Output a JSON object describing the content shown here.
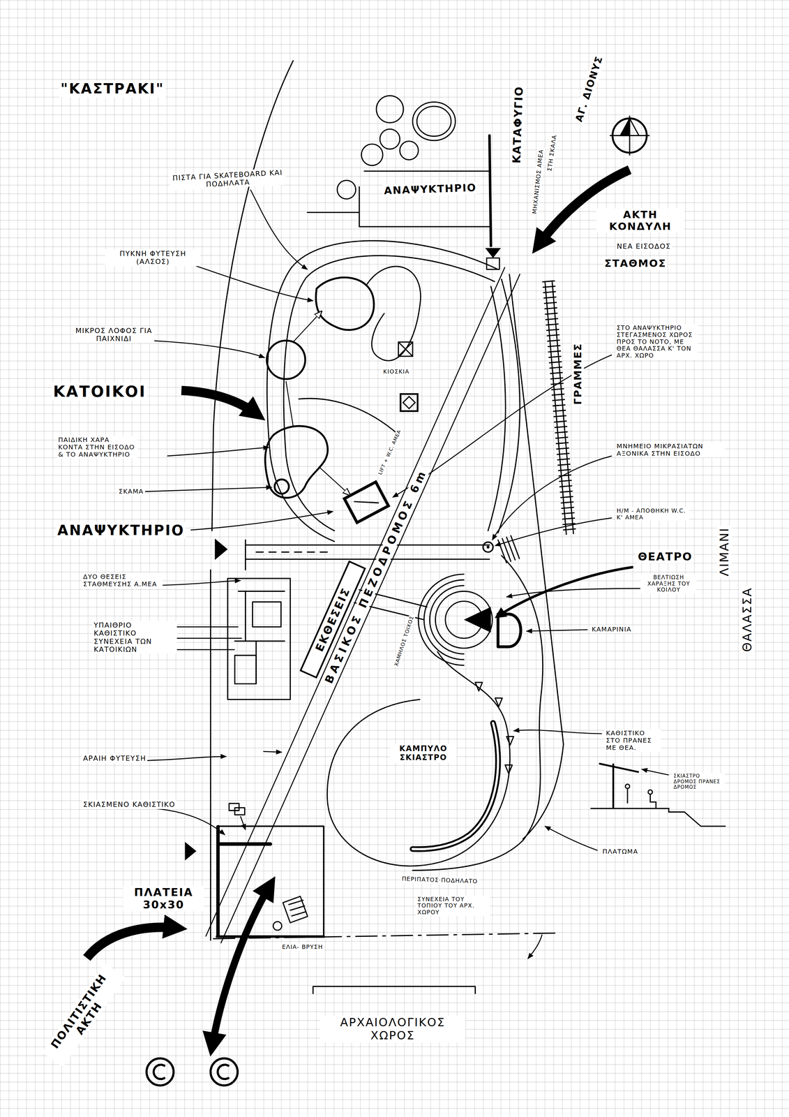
{
  "diagram": {
    "title": "\"ΚΑΣΤΡΑΚΙ\"",
    "nodes": [
      {
        "text": [
          "ΒΑΣΙΚΟΣ ΠΕΖΟΔΡΟΜΟΣ 6m"
        ]
      },
      {
        "text": [
          "ΕΚΘΕΣΕΙΣ"
        ]
      }
    ],
    "labels": [
      "ΠΙΣΤΑ ΓΙΑ SKATEBOARD ΚΑΙ ΠΟΔΗΛΑΤΑ",
      "ΑΝΑΨΥΚΤΗΡΙΟ",
      "ΚΑΤΑΦΥΓΙΟ",
      "ΜΗΧΑΝΙΣΜΟΣ ΑΜΕΑ",
      "ΣΤΗ ΣΚΑΛΑ",
      "ΑΓ. ΔΙΟΝΥΣ",
      "ΑΚΤΗ ΚΟΝΔΥΛΗ",
      "ΝΕΑ ΕΙΣΟΔΟΣ",
      "ΣΤΑΘΜΟΣ",
      "ΠΥΚΝΗ ΦΥΤΕΥΣΗ (ΑΛΣΟΣ)",
      "ΜΙΚΡΟΣ ΛΟΦΟΣ ΓΙΑ ΠΑΙΧΝΙΔΙ",
      "ΚΙΟΣΚΙΑ",
      "ΓΡΑΜΜΕΣ",
      "ΣΤΟ ΑΝΑΨΥΚΤΗΡΙΟ ΣΤΕΓΑΣΜΕΝΟΣ ΧΩΡΟΣ ΠΡΟΣ ΤΟ ΝΟΤΟ, ΜΕ ΘΕΑ ΘΑΛΑΣΣΑ Κ' ΤΟΝ ΑΡΧ. ΧΩΡΟ",
      "ΚΑΤΟΙΚΟΙ",
      "ΠΑΙΔΙΚΗ ΧΑΡΑ ΚΟΝΤΑ ΣΤΗΝ ΕΙΣΟΔΟ & ΤΟ ΑΝΑΨΥΚΤΗΡΙΟ",
      "LIFT + W.C. ΑΜΕΑ",
      "ΜΝΗΜΕΙΟ ΜΙΚΡΑΣΙΑΤΩΝ ΑΞΟΝΙΚΑ ΣΤΗΝ ΕΙΣΟΔΟ",
      "ΣΚΑΜΑ",
      "Η/Μ - ΑΠΟΘΗΚΗ W.C. Κ' ΑΜΕΑ",
      "ΑΝΑΨΥΚΤΗΡΙΟ",
      "ΛΙΜΑΝΙ",
      "ΘΑΛΑΣΣΑ",
      "ΘΕΑΤΡΟ",
      "ΒΕΛΤΙΩΣΗ ΧΑΡΑΞΗΣ ΤΟΥ ΚΟΙΛΟΥ",
      "ΔΥΟ ΘΕΣΕΙΣ ΣΤΑΘΜΕΥΣΗΣ Α.ΜΕΑ",
      "ΥΠΑΙΘΡΙΟ ΚΑΘΙΣΤΙΚΟ ΣΥΝΕΧΕΙΑ ΤΩΝ ΚΑΤΟΙΚΙΩΝ",
      "ΧΑΜΗΛΟΣ ΤΟΙΧΟΣ",
      "ΚΑΜΑΡΙΝΙΑ",
      "ΑΡΑΙΗ ΦΥΤΕΥΣΗ",
      "ΚΑΜΠΥΛΟ ΣΚΙΑΣΤΡΟ",
      "ΚΑΘΙΣΤΙΚΟ ΣΤΟ ΠΡΑΝΕΣ ΜΕ ΘΕΑ.",
      "ΣΚΙΑΣΤΡΟ ΔΡΟΜΟΣ ΠΡΑΝΕΣ ΔΡΟΜΟΣ",
      "ΣΚΙΑΣΜΕΝΟ ΚΑΘΙΣΤΙΚΟ",
      "ΠΛΑΤΩΜΑ",
      "ΠΕΡΙΠΑΤΟΣ·ΠΟΔΗΛΑΤΟ",
      "ΠΛΑΤΕΙΑ 30x30",
      "ΣΥΝΕΧΕΙΑ ΤΟΥ ΤΟΠΙΟΥ ΤΟΥ ΑΡΧ. ΧΩΡΟΥ",
      "ΕΛΙΑ- ΒΡΥΣΗ",
      "ΑΡΧΑΙΟΛΟΓΙΚΟΣ ΧΩΡΟΣ",
      "ΠΟΛΙΤΙΣΤΙΚΗ ΑΚΤΗ"
    ]
  }
}
